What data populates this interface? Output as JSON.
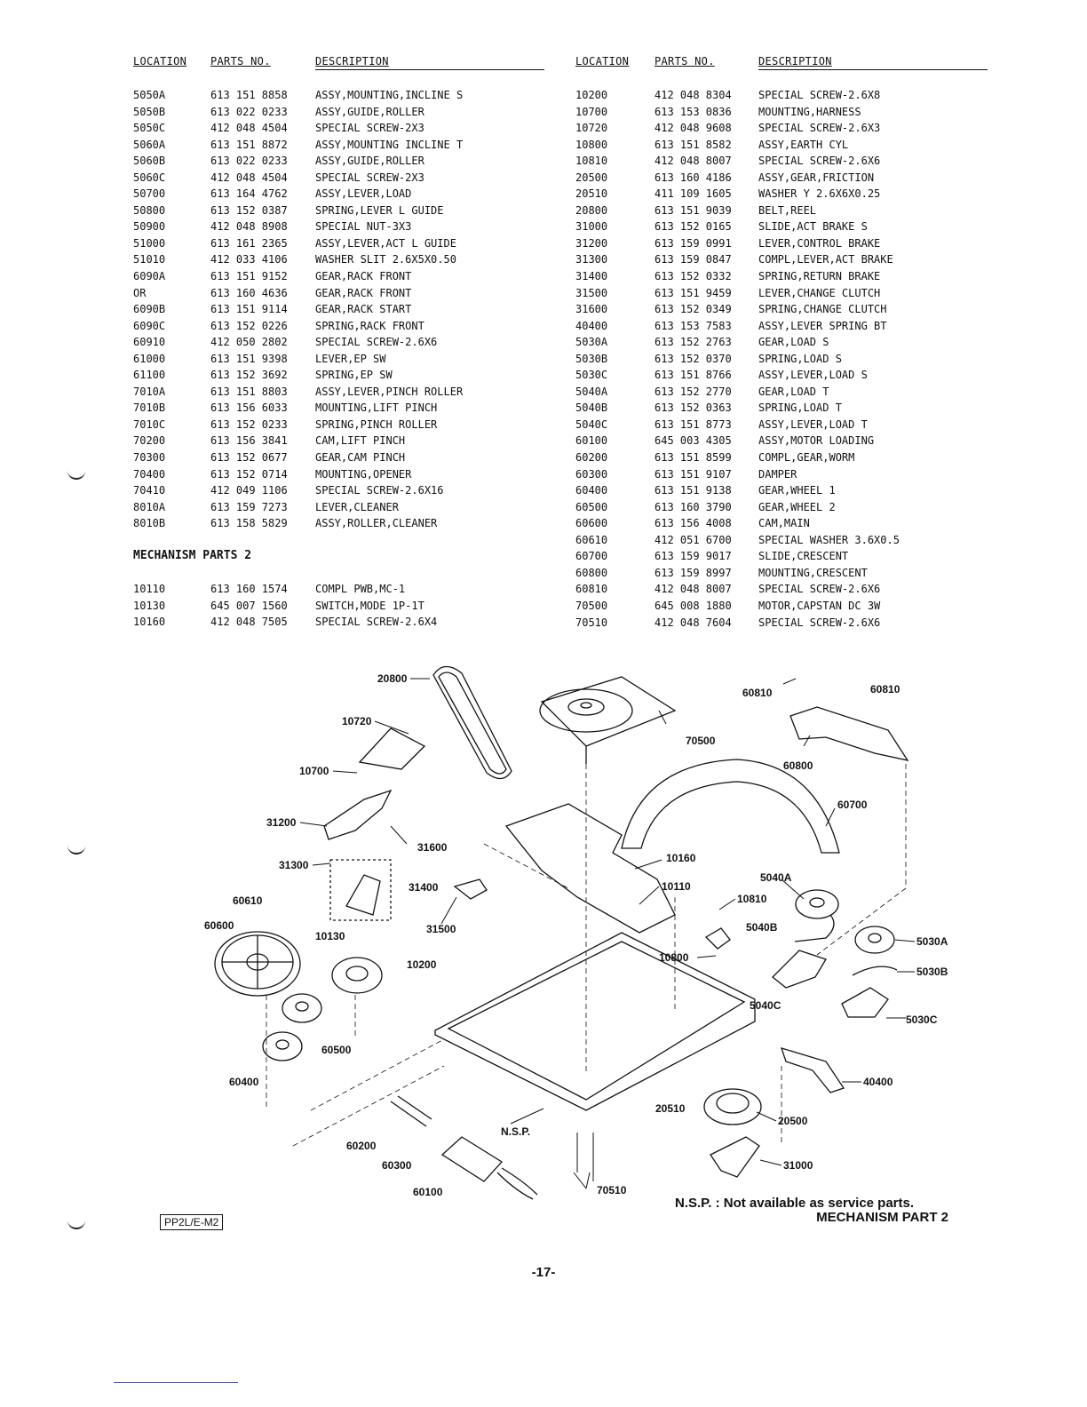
{
  "headers": {
    "location": "LOCATION",
    "parts_no": "PARTS NO.",
    "description": "DESCRIPTION"
  },
  "left_rows": [
    {
      "loc": "5050A",
      "part": "613 151 8858",
      "desc": "ASSY,MOUNTING,INCLINE S"
    },
    {
      "loc": "5050B",
      "part": "613 022 0233",
      "desc": "ASSY,GUIDE,ROLLER"
    },
    {
      "loc": "5050C",
      "part": "412 048 4504",
      "desc": "SPECIAL SCREW-2X3"
    },
    {
      "loc": "5060A",
      "part": "613 151 8872",
      "desc": "ASSY,MOUNTING INCLINE T"
    },
    {
      "loc": "5060B",
      "part": "613 022 0233",
      "desc": "ASSY,GUIDE,ROLLER"
    },
    {
      "loc": "5060C",
      "part": "412 048 4504",
      "desc": "SPECIAL SCREW-2X3"
    },
    {
      "loc": "50700",
      "part": "613 164 4762",
      "desc": "ASSY,LEVER,LOAD"
    },
    {
      "loc": "50800",
      "part": "613 152 0387",
      "desc": "SPRING,LEVER L GUIDE"
    },
    {
      "loc": "50900",
      "part": "412 048 8908",
      "desc": "SPECIAL NUT-3X3"
    },
    {
      "loc": "51000",
      "part": "613 161 2365",
      "desc": "ASSY,LEVER,ACT L GUIDE"
    },
    {
      "loc": "51010",
      "part": "412 033 4106",
      "desc": "WASHER SLIT 2.6X5X0.50"
    },
    {
      "loc": "6090A",
      "part": "613 151 9152",
      "desc": "GEAR,RACK FRONT"
    },
    {
      "loc": "OR",
      "part": "613 160 4636",
      "desc": "GEAR,RACK FRONT"
    },
    {
      "loc": "6090B",
      "part": "613 151 9114",
      "desc": "GEAR,RACK START"
    },
    {
      "loc": "6090C",
      "part": "613 152 0226",
      "desc": "SPRING,RACK FRONT"
    },
    {
      "loc": "60910",
      "part": "412 050 2802",
      "desc": "SPECIAL SCREW-2.6X6"
    },
    {
      "loc": "61000",
      "part": "613 151 9398",
      "desc": "LEVER,EP SW"
    },
    {
      "loc": "61100",
      "part": "613 152 3692",
      "desc": "SPRING,EP SW"
    },
    {
      "loc": "7010A",
      "part": "613 151 8803",
      "desc": "ASSY,LEVER,PINCH ROLLER"
    },
    {
      "loc": "7010B",
      "part": "613 156 6033",
      "desc": "MOUNTING,LIFT PINCH"
    },
    {
      "loc": "7010C",
      "part": "613 152 0233",
      "desc": "SPRING,PINCH ROLLER"
    },
    {
      "loc": "70200",
      "part": "613 156 3841",
      "desc": "CAM,LIFT PINCH"
    },
    {
      "loc": "70300",
      "part": "613 152 0677",
      "desc": "GEAR,CAM PINCH"
    },
    {
      "loc": "70400",
      "part": "613 152 0714",
      "desc": "MOUNTING,OPENER"
    },
    {
      "loc": "70410",
      "part": "412 049 1106",
      "desc": "SPECIAL SCREW-2.6X16"
    },
    {
      "loc": "8010A",
      "part": "613 159 7273",
      "desc": "LEVER,CLEANER"
    },
    {
      "loc": "8010B",
      "part": "613 158 5829",
      "desc": "ASSY,ROLLER,CLEANER"
    }
  ],
  "section_title": "MECHANISM PARTS 2",
  "left_rows2": [
    {
      "loc": "10110",
      "part": "613 160 1574",
      "desc": "COMPL PWB,MC-1"
    },
    {
      "loc": "10130",
      "part": "645 007 1560",
      "desc": "SWITCH,MODE 1P-1T"
    },
    {
      "loc": "10160",
      "part": "412 048 7505",
      "desc": "SPECIAL SCREW-2.6X4"
    }
  ],
  "right_rows": [
    {
      "loc": "10200",
      "part": "412 048 8304",
      "desc": "SPECIAL SCREW-2.6X8"
    },
    {
      "loc": "10700",
      "part": "613 153 0836",
      "desc": "MOUNTING,HARNESS"
    },
    {
      "loc": "10720",
      "part": "412 048 9608",
      "desc": "SPECIAL SCREW-2.6X3"
    },
    {
      "loc": "10800",
      "part": "613 151 8582",
      "desc": "ASSY,EARTH CYL"
    },
    {
      "loc": "10810",
      "part": "412 048 8007",
      "desc": "SPECIAL SCREW-2.6X6"
    },
    {
      "loc": "20500",
      "part": "613 160 4186",
      "desc": "ASSY,GEAR,FRICTION"
    },
    {
      "loc": "20510",
      "part": "411 109 1605",
      "desc": "WASHER Y 2.6X6X0.25"
    },
    {
      "loc": "20800",
      "part": "613 151 9039",
      "desc": "BELT,REEL"
    },
    {
      "loc": "31000",
      "part": "613 152 0165",
      "desc": "SLIDE,ACT BRAKE S"
    },
    {
      "loc": "31200",
      "part": "613 159 0991",
      "desc": "LEVER,CONTROL BRAKE"
    },
    {
      "loc": "31300",
      "part": "613 159 0847",
      "desc": "COMPL,LEVER,ACT BRAKE"
    },
    {
      "loc": "31400",
      "part": "613 152 0332",
      "desc": "SPRING,RETURN BRAKE"
    },
    {
      "loc": "31500",
      "part": "613 151 9459",
      "desc": "LEVER,CHANGE CLUTCH"
    },
    {
      "loc": "31600",
      "part": "613 152 0349",
      "desc": "SPRING,CHANGE CLUTCH"
    },
    {
      "loc": "40400",
      "part": "613 153 7583",
      "desc": "ASSY,LEVER SPRING BT"
    },
    {
      "loc": "5030A",
      "part": "613 152 2763",
      "desc": "GEAR,LOAD S"
    },
    {
      "loc": "5030B",
      "part": "613 152 0370",
      "desc": "SPRING,LOAD S"
    },
    {
      "loc": "5030C",
      "part": "613 151 8766",
      "desc": "ASSY,LEVER,LOAD S"
    },
    {
      "loc": "5040A",
      "part": "613 152 2770",
      "desc": "GEAR,LOAD T"
    },
    {
      "loc": "5040B",
      "part": "613 152 0363",
      "desc": "SPRING,LOAD T"
    },
    {
      "loc": "5040C",
      "part": "613 151 8773",
      "desc": "ASSY,LEVER,LOAD T"
    },
    {
      "loc": "60100",
      "part": "645 003 4305",
      "desc": "ASSY,MOTOR LOADING"
    },
    {
      "loc": "60200",
      "part": "613 151 8599",
      "desc": "COMPL,GEAR,WORM"
    },
    {
      "loc": "60300",
      "part": "613 151 9107",
      "desc": "DAMPER"
    },
    {
      "loc": "60400",
      "part": "613 151 9138",
      "desc": "GEAR,WHEEL 1"
    },
    {
      "loc": "60500",
      "part": "613 160 3790",
      "desc": "GEAR,WHEEL 2"
    },
    {
      "loc": "60600",
      "part": "613 156 4008",
      "desc": "CAM,MAIN"
    },
    {
      "loc": "60610",
      "part": "412 051 6700",
      "desc": "SPECIAL WASHER 3.6X0.5"
    },
    {
      "loc": "60700",
      "part": "613 159 9017",
      "desc": "SLIDE,CRESCENT"
    },
    {
      "loc": "60800",
      "part": "613 159 8997",
      "desc": "MOUNTING,CRESCENT"
    },
    {
      "loc": "60810",
      "part": "412 048 8007",
      "desc": "SPECIAL SCREW-2.6X6"
    },
    {
      "loc": "70500",
      "part": "645 008 1880",
      "desc": "MOTOR,CAPSTAN DC 3W"
    },
    {
      "loc": "70510",
      "part": "412 048 7604",
      "desc": "SPECIAL SCREW-2.6X6"
    }
  ],
  "diagram_labels": {
    "l20800": "20800",
    "l10720": "10720",
    "l10700": "10700",
    "l70500": "70500",
    "l60810a": "60810",
    "l60810b": "60810",
    "l60800": "60800",
    "l60700": "60700",
    "l31200": "31200",
    "l31600": "31600",
    "l31300": "31300",
    "l31400": "31400",
    "l31500": "31500",
    "l10160": "10160",
    "l10110": "10110",
    "l10810": "10810",
    "l5040A": "5040A",
    "l5040B": "5040B",
    "l5030A": "5030A",
    "l5030B": "5030B",
    "l5030C": "5030C",
    "l5040C": "5040C",
    "l10800": "10800",
    "l60610": "60610",
    "l60600": "60600",
    "l10130": "10130",
    "l10200": "10200",
    "l60500": "60500",
    "l60400": "60400",
    "l40400": "40400",
    "l20510": "20510",
    "l20500": "20500",
    "l31000": "31000",
    "lnsp": "N.S.P.",
    "l60200": "60200",
    "l60300": "60300",
    "l60100": "60100",
    "l70510": "70510"
  },
  "footnote": "N.S.P. : Not available as service parts.",
  "caption": "MECHANISM PART 2",
  "doc_code": "PP2L/E-M2",
  "page_number": "-17-"
}
